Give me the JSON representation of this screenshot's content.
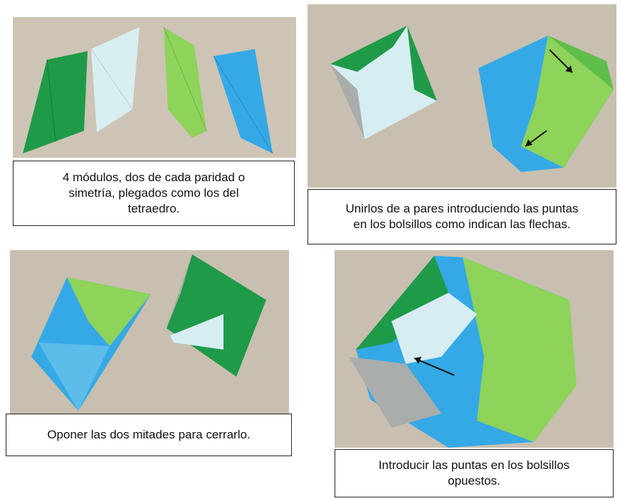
{
  "panels": [
    {
      "caption": "4 módulos, dos de cada paridad o\nsimetría, plegados como los del\ntetraedro."
    },
    {
      "caption": "Unirlos de a pares introduciendo las puntas\nen los bolsillos como indican las flechas."
    },
    {
      "caption": "Oponer las dos mitades para cerrarlo."
    },
    {
      "caption": "Introducir las puntas en los bolsillos\nopuestos."
    }
  ],
  "colors": {
    "background_fabric": "#c8bfb0",
    "dark_green": "#1f9a48",
    "light_green": "#8ed35a",
    "blue": "#35a9e6",
    "pale_blue": "#d6eef2",
    "gray": "#a9adab",
    "border": "#222222"
  }
}
